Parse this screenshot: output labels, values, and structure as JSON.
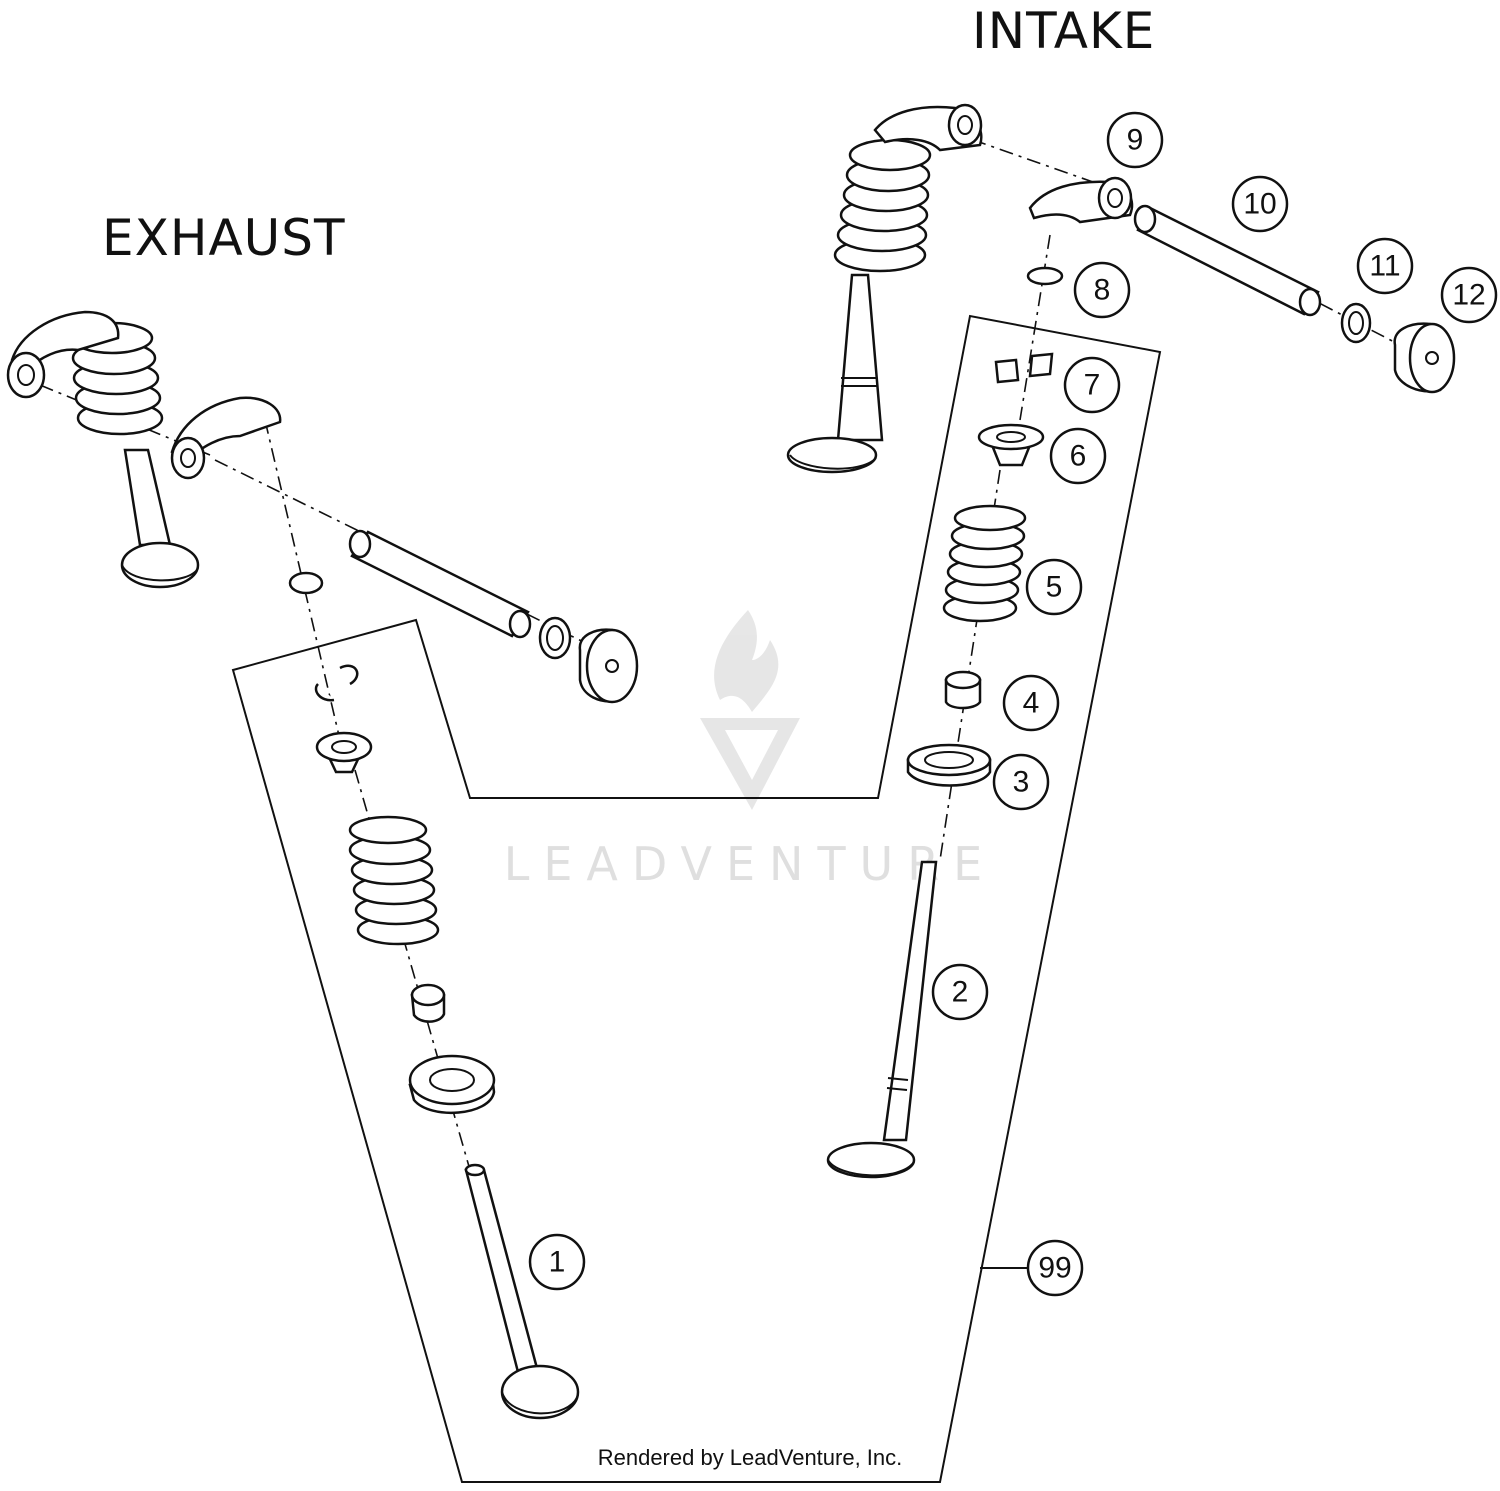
{
  "labels": {
    "intake": "INTAKE",
    "exhaust": "EXHAUST"
  },
  "callouts": [
    {
      "id": "1",
      "text": "1"
    },
    {
      "id": "2",
      "text": "2"
    },
    {
      "id": "3",
      "text": "3"
    },
    {
      "id": "4",
      "text": "4"
    },
    {
      "id": "5",
      "text": "5"
    },
    {
      "id": "6",
      "text": "6"
    },
    {
      "id": "7",
      "text": "7"
    },
    {
      "id": "8",
      "text": "8"
    },
    {
      "id": "9",
      "text": "9"
    },
    {
      "id": "10",
      "text": "10"
    },
    {
      "id": "11",
      "text": "11"
    },
    {
      "id": "12",
      "text": "12"
    },
    {
      "id": "99",
      "text": "99"
    }
  ],
  "watermark": {
    "text": "LEADVENTURE"
  },
  "credit": "Rendered by LeadVenture, Inc."
}
